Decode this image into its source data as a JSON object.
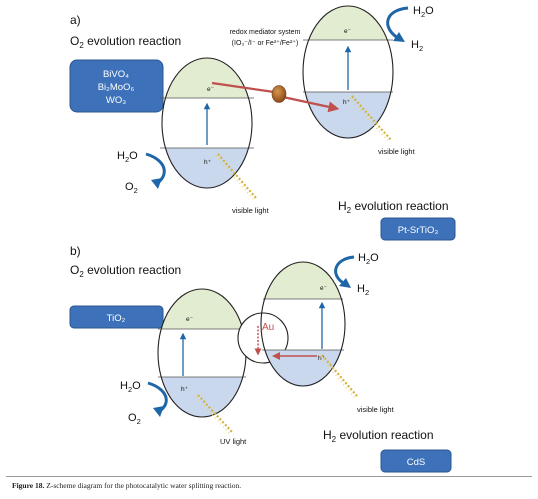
{
  "panel_a": {
    "label": "a)",
    "o2_title_pre": "O",
    "o2_title_sub": "2",
    "o2_title_post": " evolution reaction",
    "h2_title_pre": "H",
    "h2_title_sub": "2",
    "h2_title_post": " evolution reaction",
    "mediator_line1": "redox mediator system",
    "mediator_line2": "(IO₃⁻/I⁻ or Fe³⁺/Fe²⁺)",
    "catalyst_o2": [
      "BiVO₄",
      "Bi₂MoO₆",
      "WO₃"
    ],
    "catalyst_h2": "Pt-SrTiO₃",
    "electron": "e⁻",
    "hole": "h⁺",
    "h2o_pre": "H",
    "h2o_sub": "2",
    "h2o_post": "O",
    "o2_pre": "O",
    "o2_sub": "2",
    "h2_pre": "H",
    "h2_sub": "2",
    "light_left": "visible light",
    "light_right": "visible light"
  },
  "panel_b": {
    "label": "b)",
    "o2_title_pre": "O",
    "o2_title_sub": "2",
    "o2_title_post": " evolution reaction",
    "h2_title_pre": "H",
    "h2_title_sub": "2",
    "h2_title_post": " evolution reaction",
    "catalyst_o2": "TiO₂",
    "catalyst_h2": "CdS",
    "mediator": "Au",
    "electron": "e⁻",
    "hole": "h⁺",
    "h2o_pre": "H",
    "h2o_sub": "2",
    "h2o_post": "O",
    "o2_pre": "O",
    "o2_sub": "2",
    "h2_pre": "H",
    "h2_sub": "2",
    "light_left": "UV light",
    "light_right": "visible light"
  },
  "caption": {
    "label": "Figure 18.",
    "text": " Z-scheme diagram for the photocatalytic water splitting reaction."
  },
  "colors": {
    "conduction_band": "#e2ecd0",
    "valence_band": "#cad8ee",
    "box_fill": "#3d72ba",
    "box_stroke": "#2a568f",
    "arrow_blue": "#1f66a8",
    "arrow_red": "#c0504d",
    "mediator": "#9a5a24",
    "light_ray": "#d4b13a"
  }
}
